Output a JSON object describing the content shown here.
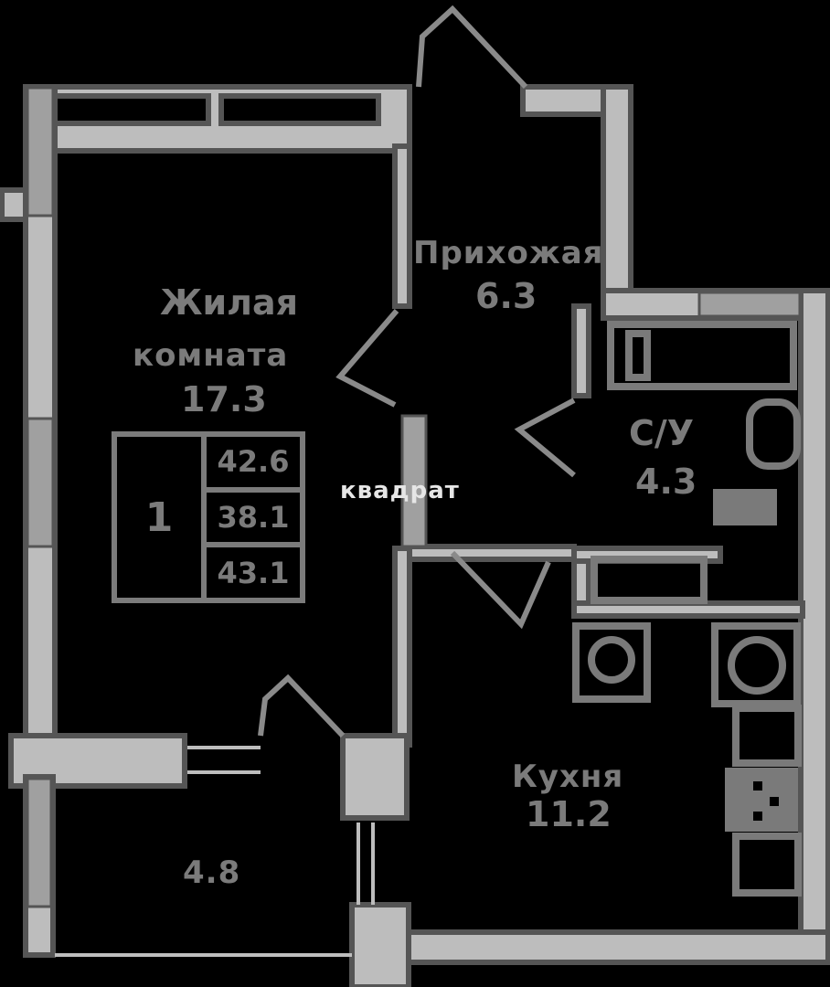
{
  "plan": {
    "type": "apartment-floor-plan",
    "palette": {
      "background": "#000000",
      "wall_fill": "#bdbdbd",
      "wall_outline": "#555555",
      "window_fill": "#a0a0a0",
      "label": "#7b7b7b",
      "watermark": "#e6e6e6"
    }
  },
  "rooms": {
    "living": {
      "name_line1": "Жилая",
      "name_line2": "комната",
      "area": "17.3"
    },
    "hall": {
      "name": "Прихожая",
      "area": "6.3"
    },
    "bathroom": {
      "name": "С/У",
      "area": "4.3"
    },
    "kitchen": {
      "name": "Кухня",
      "area": "11.2"
    },
    "balcony": {
      "area": "4.8"
    }
  },
  "summary": {
    "rooms_count": "1",
    "living_area": "42.6",
    "total_area": "38.1",
    "total_with_balcony": "43.1"
  },
  "watermark": {
    "text": "квадрат"
  },
  "fixtures": [
    "bathtub",
    "washbasin",
    "toilet",
    "washing-machine",
    "kitchen-sink",
    "stove"
  ]
}
